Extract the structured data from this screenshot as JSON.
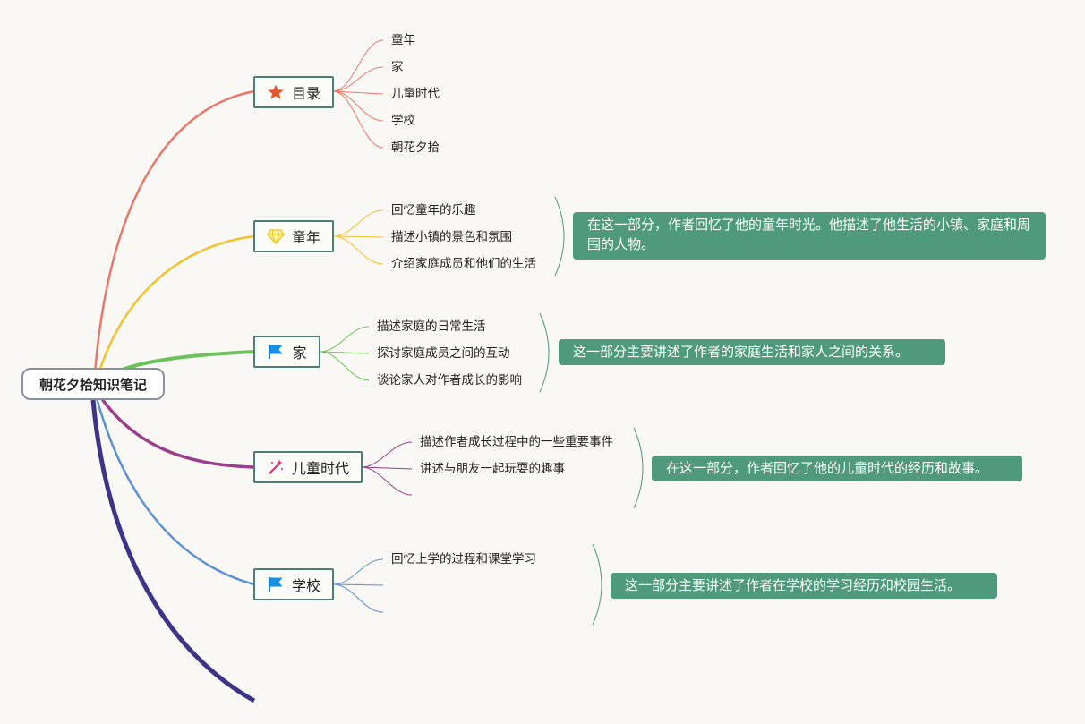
{
  "root": {
    "label": "朝花夕拾知识笔记"
  },
  "branches": [
    {
      "label": "目录",
      "icon": "star-icon",
      "color": "#e8776a",
      "children": [
        "童年",
        "家",
        "儿童时代",
        "学校",
        "朝花夕拾"
      ],
      "note": ""
    },
    {
      "label": "童年",
      "icon": "diamond-icon",
      "color": "#f2c12e",
      "children": [
        "回忆童年的乐趣",
        "描述小镇的景色和氛围",
        "介绍家庭成员和他们的生活"
      ],
      "note": "在这一部分，作者回忆了他的童年时光。他描述了他生活的小镇、家庭和周围的人物。"
    },
    {
      "label": "家",
      "icon": "flag-icon",
      "color": "#6cc35a",
      "children": [
        "描述家庭的日常生活",
        "探讨家庭成员之间的互动",
        "谈论家人对作者成长的影响"
      ],
      "note": "这一部分主要讲述了作者的家庭生活和家人之间的关系。"
    },
    {
      "label": "儿童时代",
      "icon": "magic-wand-icon",
      "color": "#9a3f8a",
      "children": [
        "描述作者成长过程中的一些重要事件",
        "讲述与朋友一起玩耍的趣事",
        ""
      ],
      "note": "在这一部分，作者回忆了他的儿童时代的经历和故事。"
    },
    {
      "label": "学校",
      "icon": "flag-icon",
      "color": "#5b8fd1",
      "children": [
        "回忆上学的过程和课堂学习",
        "",
        ""
      ],
      "note": "这一部分主要讲述了作者在学校的学习经历和校园生活。"
    }
  ],
  "colors": {
    "node_border": "#4a7f77",
    "note_bg": "#4e9a7a",
    "extra_branch": "#3c3486",
    "background": "#f9f8f4"
  }
}
